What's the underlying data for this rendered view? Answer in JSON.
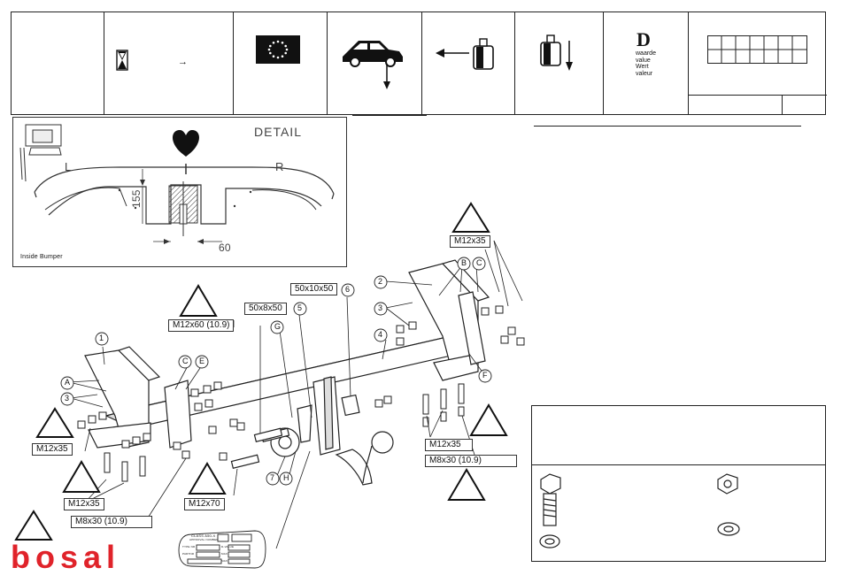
{
  "header": {
    "arrow": "→",
    "value_letter": "D",
    "value_words": [
      "waarde",
      "value",
      "Wert",
      "valeur"
    ]
  },
  "detail": {
    "title": "DETAIL",
    "left": "L",
    "right": "R",
    "dim_height": "155",
    "dim_width": "60",
    "caption": "Inside Bumper"
  },
  "labels": {
    "bolt_m12x60": "M12x60 (10.9)",
    "bolt_m12x35_top": "M12x35",
    "bolt_m12x35_left": "M12x35",
    "bolt_m12x35_bottom": "M12x35",
    "bolt_m12x35_right": "M12x35",
    "bolt_m8x30_left": "M8x30 (10.9)",
    "bolt_m8x30_right": "M8x30 (10.9)",
    "bolt_m12x70": "M12x70",
    "spacer_50x8x50": "50x8x50",
    "spacer_50x10x50": "50x10x50"
  },
  "callouts": {
    "n1": "1",
    "n2": "2",
    "n3a": "3",
    "n3b": "3",
    "n4": "4",
    "n5": "5",
    "n6": "6",
    "n7": "7",
    "a": "A",
    "b": "B",
    "c1": "C",
    "c2": "C",
    "e": "E",
    "f": "F",
    "g": "G",
    "h": "H"
  },
  "plate": {
    "line1": "CLASS  A50-X",
    "line2": "APPROVAL NUMBER",
    "rows": [
      "TYPE NR",
      "PARTNR",
      "D-VALUE",
      "MAX",
      "MAX"
    ]
  },
  "brand": "bosal",
  "colors": {
    "brand": "#e0232a",
    "line": "#222222"
  }
}
